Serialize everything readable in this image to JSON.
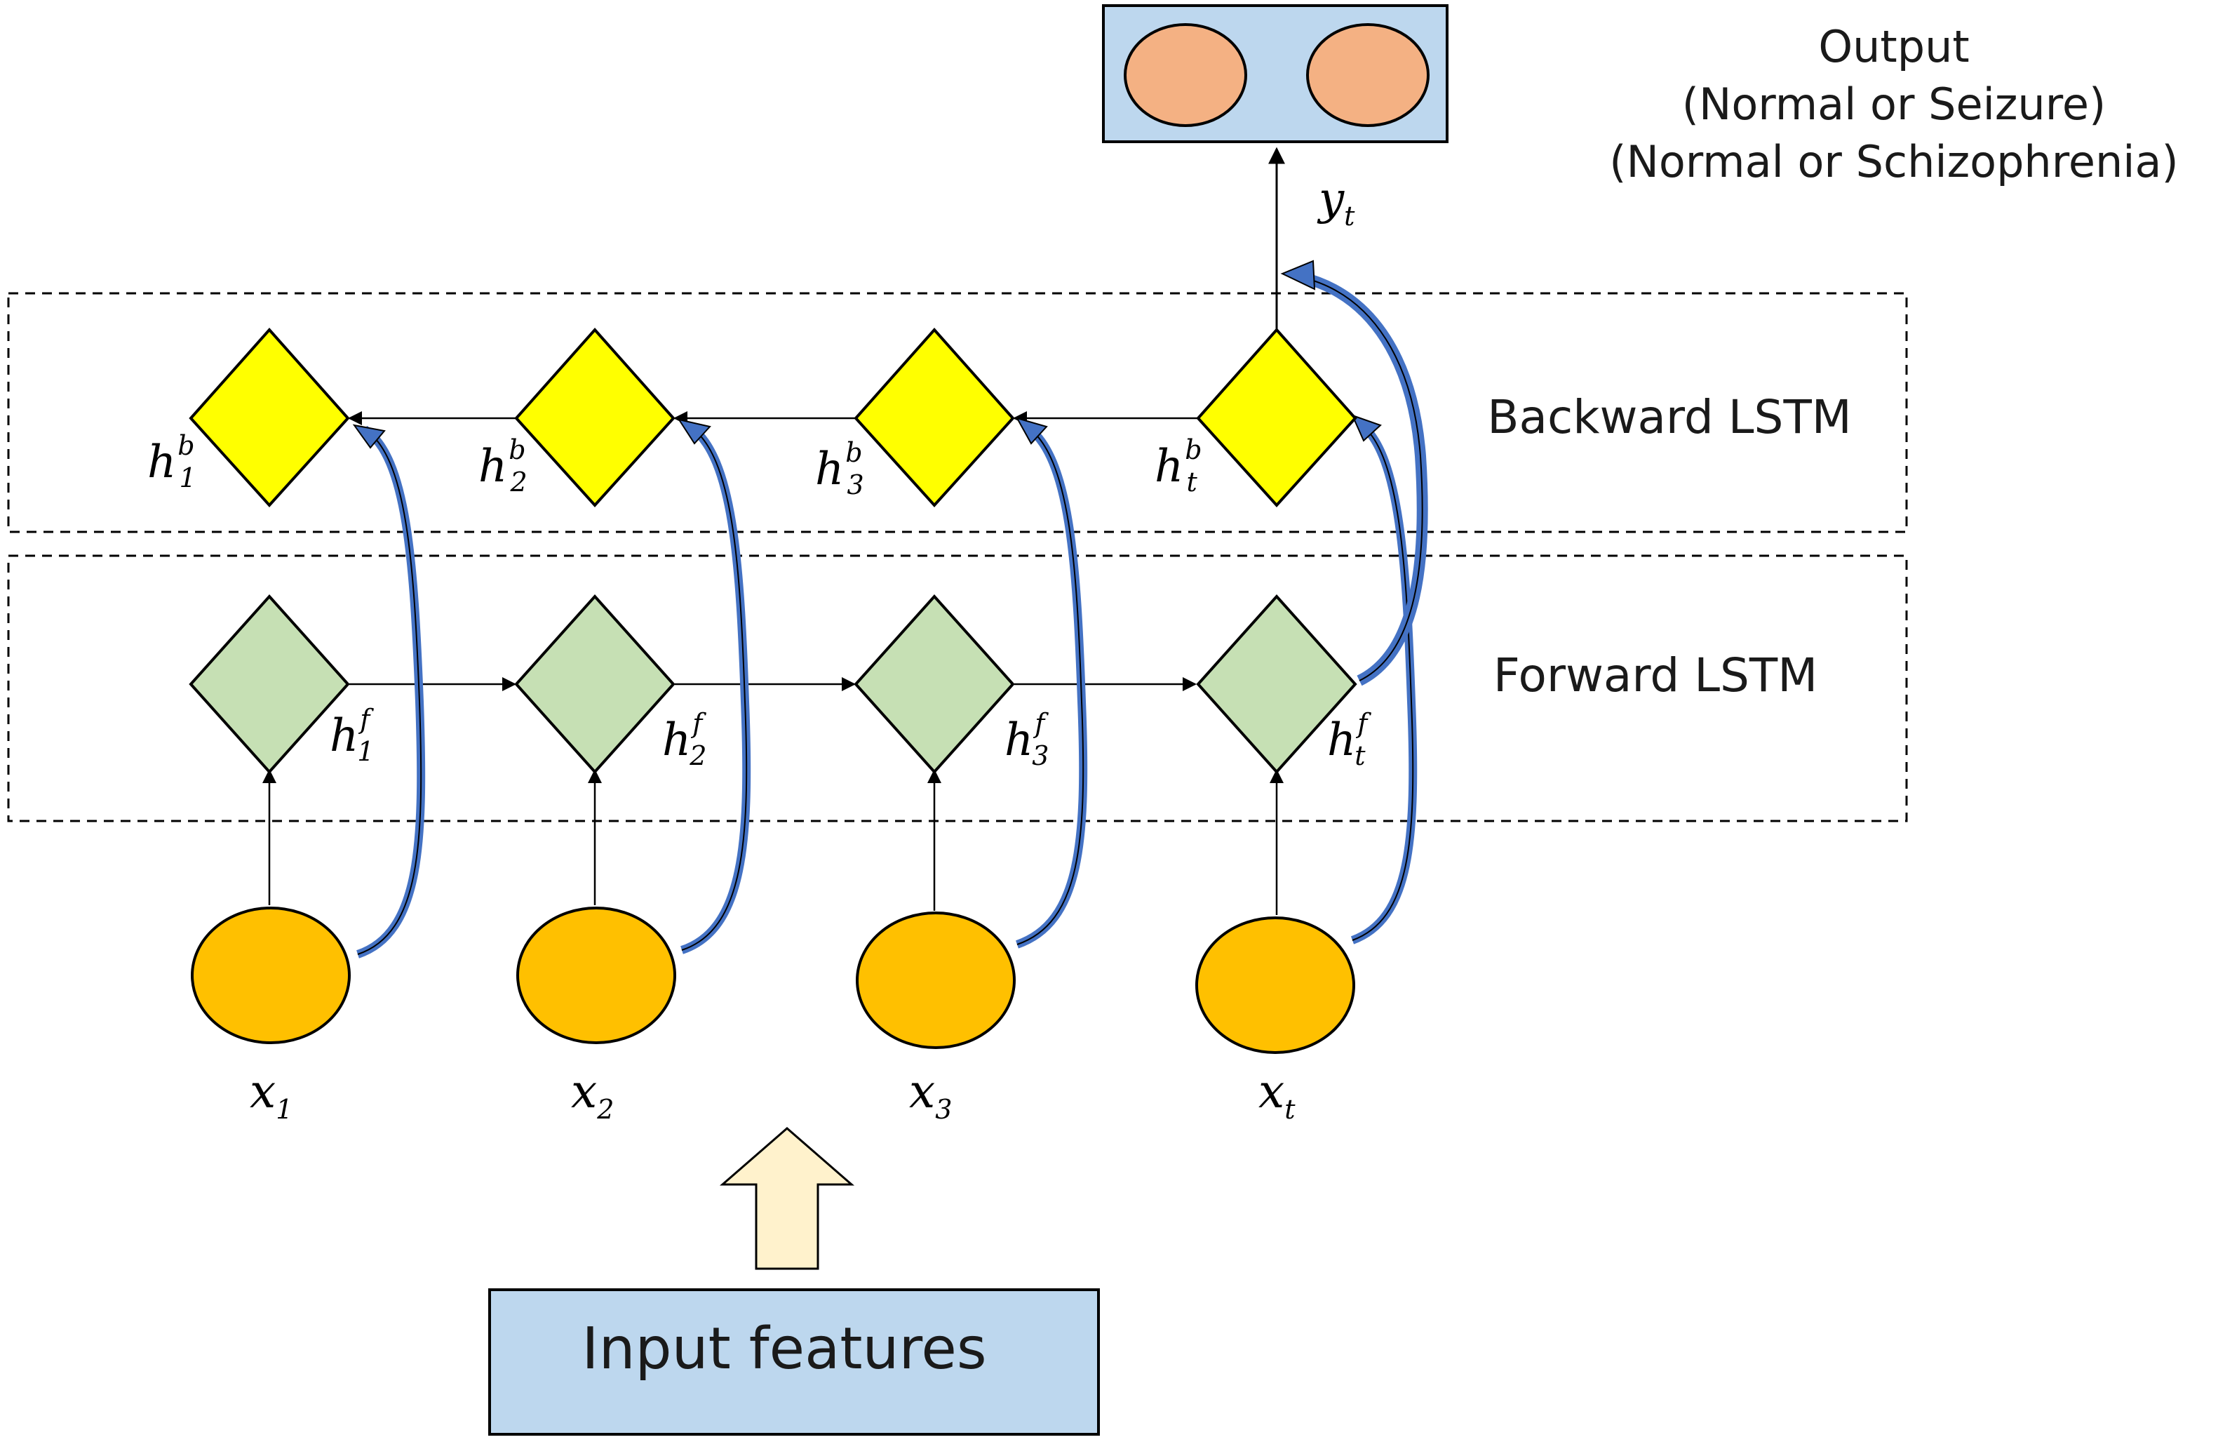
{
  "output": {
    "title": "Output",
    "line1": "(Normal or Seizure)",
    "line2": "(Normal or Schizophrenia)",
    "symbol": "y",
    "symbol_sub": "t"
  },
  "layers": {
    "backward_label": "Backward LSTM",
    "forward_label": "Forward LSTM"
  },
  "backward_states": [
    {
      "base": "h",
      "sup": "b",
      "sub": "1"
    },
    {
      "base": "h",
      "sup": "b",
      "sub": "2"
    },
    {
      "base": "h",
      "sup": "b",
      "sub": "3"
    },
    {
      "base": "h",
      "sup": "b",
      "sub": "t"
    }
  ],
  "forward_states": [
    {
      "base": "h",
      "sup": "f",
      "sub": "1"
    },
    {
      "base": "h",
      "sup": "f",
      "sub": "2"
    },
    {
      "base": "h",
      "sup": "f",
      "sub": "3"
    },
    {
      "base": "h",
      "sup": "f",
      "sub": "t"
    }
  ],
  "inputs": [
    {
      "base": "x",
      "sub": "1"
    },
    {
      "base": "x",
      "sub": "2"
    },
    {
      "base": "x",
      "sub": "3"
    },
    {
      "base": "x",
      "sub": "t"
    }
  ],
  "input_box": {
    "label": "Input features"
  },
  "colors": {
    "backward_node": "#ffff00",
    "forward_node": "#c6e0b4",
    "input_node": "#ffc000",
    "output_box": "#bdd7ee",
    "output_node": "#f4b183",
    "input_box": "#bdd7ee",
    "input_arrow": "#fff2cc",
    "curved_arrow": "#4472c4"
  }
}
